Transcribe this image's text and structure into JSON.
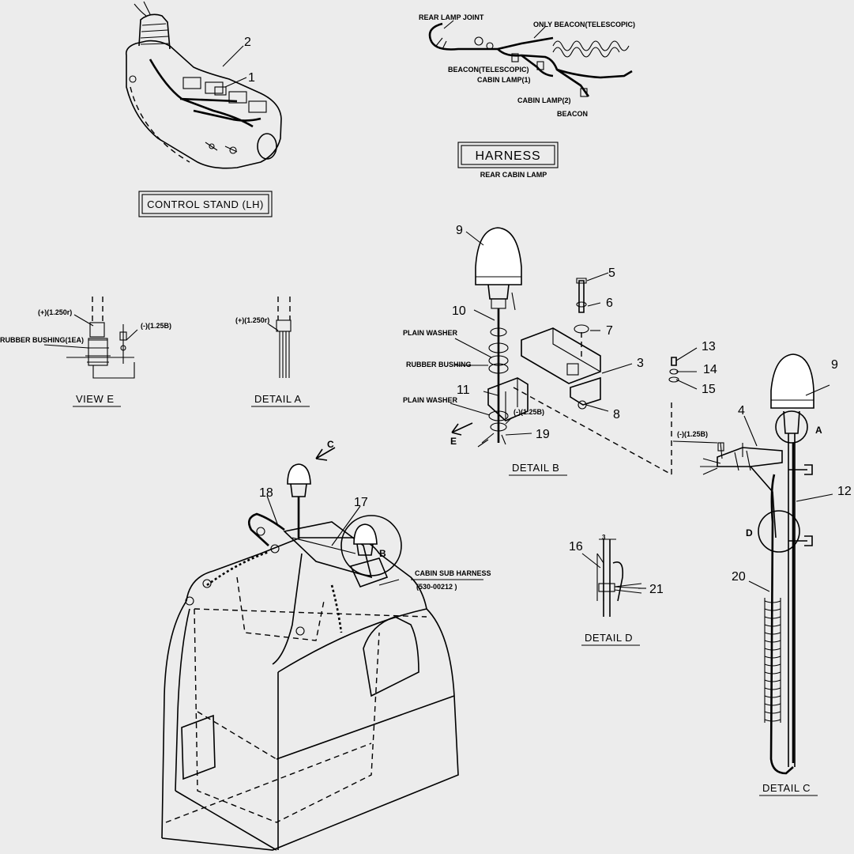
{
  "titles": {
    "control_stand": "CONTROL STAND (LH)",
    "harness": "HARNESS",
    "harness_sub": "REAR CABIN LAMP",
    "view_e": "VIEW  E",
    "detail_a": "DETAIL  A",
    "detail_b": "DETAIL  B",
    "detail_c": "DETAIL  C",
    "detail_d": "DETAIL  D"
  },
  "harness_labels": {
    "rear_lamp_joint": "REAR LAMP JOINT",
    "only_beacon": "ONLY BEACON(TELESCOPIC)",
    "beacon_telescopic": "BEACON(TELESCOPIC)",
    "cabin_lamp_1": "CABIN LAMP(1)",
    "cabin_lamp_2": "CABIN LAMP(2)",
    "beacon": "BEACON"
  },
  "callouts": {
    "plus_wire": "(+)(1.250r)",
    "minus_wire": "(-)(1.25B)",
    "rubber_bushing_1ea": "RUBBER BUSHING(1EA)",
    "plain_washer": "PLAIN WASHER",
    "rubber_bushing": "RUBBER BUSHING",
    "cabin_sub_harness": "CABIN SUB HARNESS",
    "cabin_sub_harness_pn": "(530-00212 )"
  },
  "letters": {
    "a": "A",
    "b": "B",
    "c": "C",
    "d": "D",
    "e": "E"
  },
  "parts": {
    "p1": "1",
    "p2": "2",
    "p3": "3",
    "p4": "4",
    "p5": "5",
    "p6": "6",
    "p7": "7",
    "p8": "8",
    "p9": "9",
    "p10": "10",
    "p11": "11",
    "p12": "12",
    "p13": "13",
    "p14": "14",
    "p15": "15",
    "p16": "16",
    "p17": "17",
    "p18": "18",
    "p19": "19",
    "p20": "20",
    "p21": "21"
  }
}
